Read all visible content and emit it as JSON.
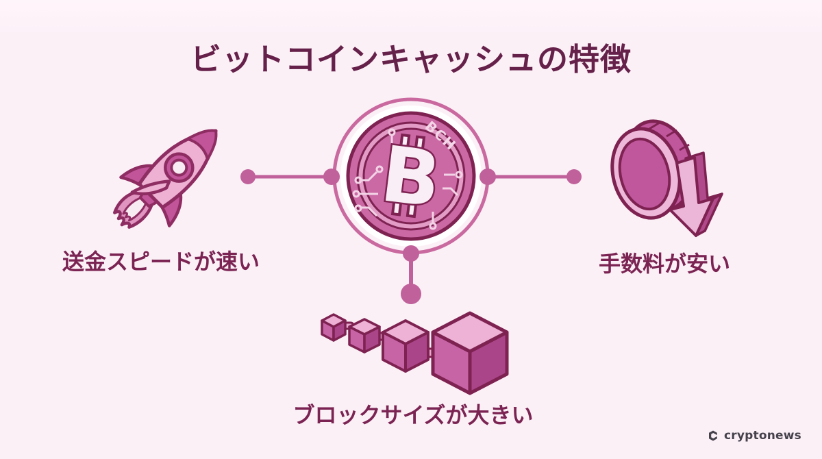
{
  "title": "ビットコインキャッシュの特徴",
  "center_coin": {
    "symbol": "B",
    "ticker": "BCH"
  },
  "features": [
    {
      "id": "transfer-speed",
      "icon": "rocket-icon",
      "label": "送金スピードが速い"
    },
    {
      "id": "low-fees",
      "icon": "coin-down-arrow-icon",
      "label": "手数料が安い"
    },
    {
      "id": "block-size",
      "icon": "blockchain-cubes-icon",
      "label": "ブロックサイズが大きい"
    }
  ],
  "branding": {
    "logo_text": "cryptonews"
  },
  "colors": {
    "background": "#fcf0f7",
    "title_text": "#66214a",
    "label_text": "#7b2453",
    "connector": "#c0619b",
    "outline": "#7e2252",
    "pink_medium": "#cb69a5",
    "pink_light": "#eeb0d3",
    "pink_pale": "#f8ecf3"
  }
}
